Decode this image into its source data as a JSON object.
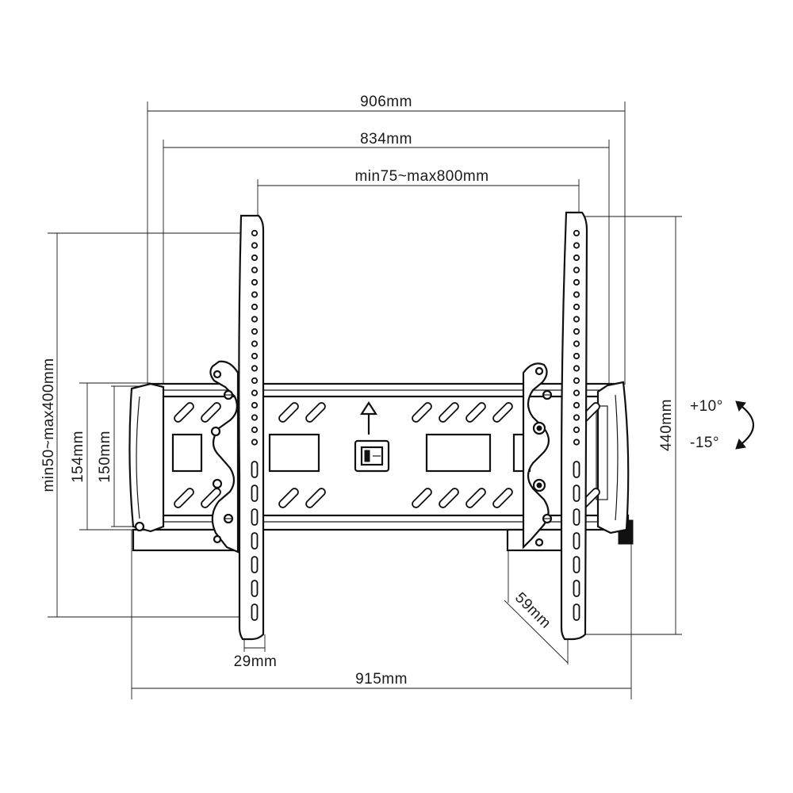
{
  "dimensions": {
    "overall_width_top": "906mm",
    "rail_width": "834mm",
    "vesa_horizontal": "min75~max800mm",
    "vesa_vertical": "min50~max400mm",
    "rail_height_outer": "154mm",
    "rail_height_inner": "150mm",
    "bracket_height": "440mm",
    "tilt_up": "+10°",
    "tilt_down": "-15°",
    "wall_depth": "59mm",
    "arm_width": "29mm",
    "overall_width_bottom": "915mm"
  },
  "colors": {
    "line": "#1a1a1a",
    "background": "#ffffff"
  },
  "icons": {
    "tilt": "curved-double-arrow-icon",
    "up": "up-arrow-icon",
    "lock": "safety-lock-icon"
  }
}
